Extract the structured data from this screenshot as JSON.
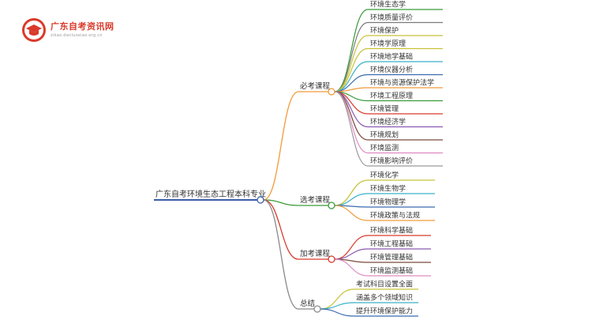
{
  "logo": {
    "title": "广东自考资讯网",
    "subtitle": "zikao.danluoxiao.org.cn",
    "colors": {
      "red": "#d93a2b",
      "gray": "#999999"
    }
  },
  "mindmap": {
    "root": {
      "label": "广东自考环境生态工程本科专业",
      "color": "#3b5ea8"
    },
    "branches": [
      {
        "label": "必考课程",
        "color": "#f29a3a",
        "children": [
          {
            "label": "环境生态学",
            "color": "#3a9a3a"
          },
          {
            "label": "环境质量评价",
            "color": "#7a7a7a"
          },
          {
            "label": "环境保护",
            "color": "#c6c23a"
          },
          {
            "label": "环境学原理",
            "color": "#c6c23a"
          },
          {
            "label": "环境地学基础",
            "color": "#3ab0c8"
          },
          {
            "label": "环境仪器分析",
            "color": "#3a6ab0"
          },
          {
            "label": "环境与资源保护法学",
            "color": "#f29a3a"
          },
          {
            "label": "环境工程原理",
            "color": "#3a9a3a"
          },
          {
            "label": "环境管理",
            "color": "#d93a2b"
          },
          {
            "label": "环境经济学",
            "color": "#8a5ab0"
          },
          {
            "label": "环境规划",
            "color": "#7a4a3a"
          },
          {
            "label": "环境监测",
            "color": "#e08ac0"
          },
          {
            "label": "环境影响评价",
            "color": "#9a9a9a"
          }
        ]
      },
      {
        "label": "选考课程",
        "color": "#3a9a3a",
        "children": [
          {
            "label": "环境化学",
            "color": "#c6c23a"
          },
          {
            "label": "环境生物学",
            "color": "#3ab0c8"
          },
          {
            "label": "环境物理学",
            "color": "#3a6ab0"
          },
          {
            "label": "环境政策与法规",
            "color": "#f29a3a"
          }
        ]
      },
      {
        "label": "加考课程",
        "color": "#d93a2b",
        "children": [
          {
            "label": "环境科学基础",
            "color": "#d93a2b"
          },
          {
            "label": "环境工程基础",
            "color": "#8a5ab0"
          },
          {
            "label": "环境管理基础",
            "color": "#7a4a3a"
          },
          {
            "label": "环境监测基础",
            "color": "#e08ac0"
          }
        ]
      },
      {
        "label": "总结",
        "color": "#8a8a8a",
        "children": [
          {
            "label": "考试科目设置全面",
            "color": "#c6c23a"
          },
          {
            "label": "涵盖多个领域知识",
            "color": "#3ab0c8"
          },
          {
            "label": "提升环境保护能力",
            "color": "#3a6ab0"
          }
        ]
      }
    ]
  }
}
